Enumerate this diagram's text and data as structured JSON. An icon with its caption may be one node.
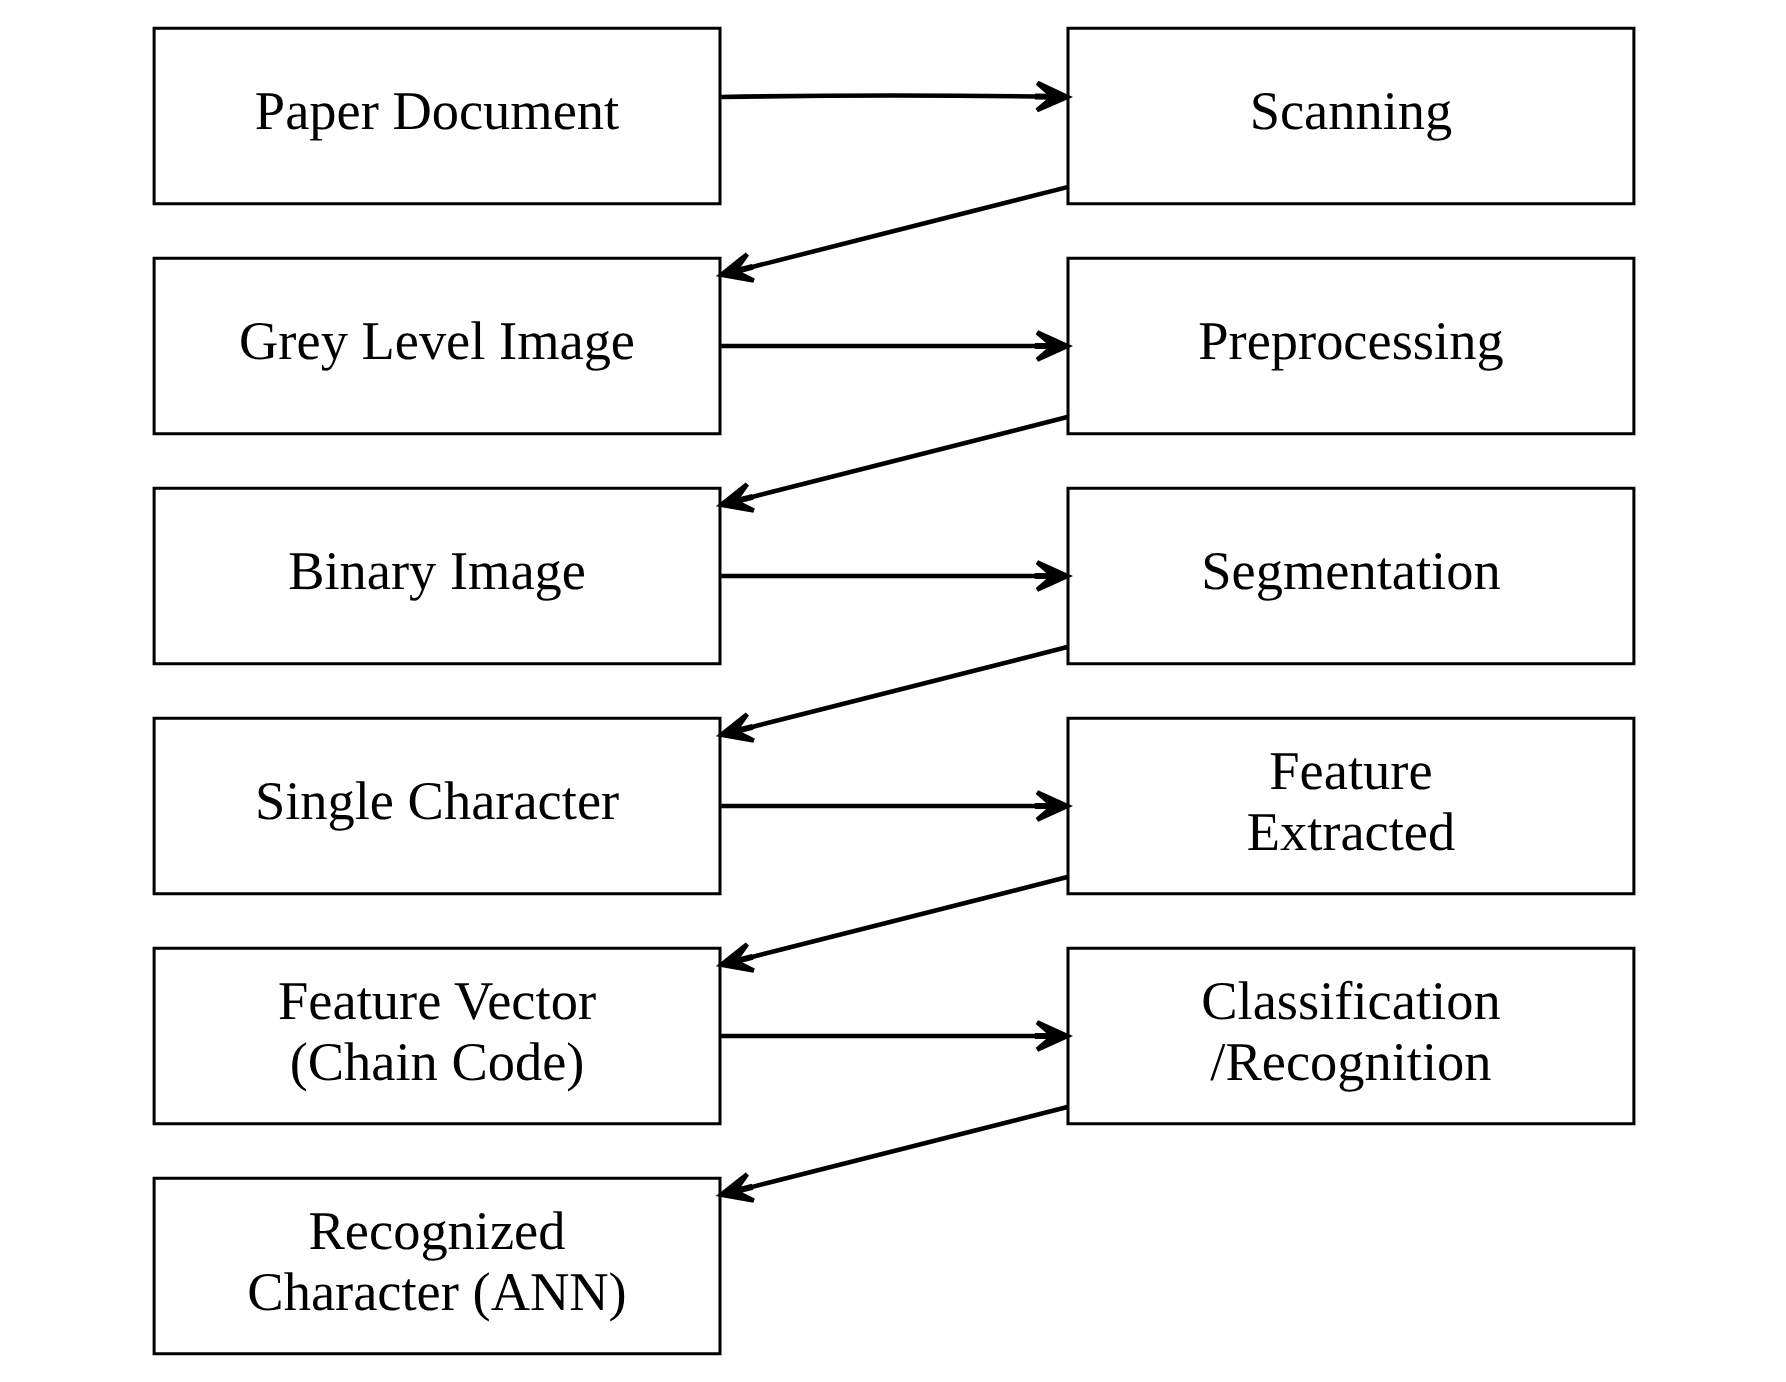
{
  "diagram": {
    "nodes": [
      {
        "text": [
          "Paper Document"
        ]
      },
      {
        "text": [
          "Scanning"
        ]
      },
      {
        "text": [
          "Grey Level Image"
        ]
      },
      {
        "text": [
          "Preprocessing"
        ]
      },
      {
        "text": [
          "Binary Image"
        ]
      },
      {
        "text": [
          "Segmentation"
        ]
      },
      {
        "text": [
          "Single Character"
        ]
      },
      {
        "text": [
          "Feature Extracted"
        ]
      },
      {
        "text": [
          "Feature Vector (Chain Code)"
        ]
      },
      {
        "text": [
          "Classification /Recognition"
        ]
      },
      {
        "text": [
          "Recognized Character (ANN)"
        ]
      }
    ],
    "edges": [
      {
        "from": 0,
        "to": 1,
        "arrow": "to"
      },
      {
        "from": 1,
        "to": 2,
        "arrow": "to"
      },
      {
        "from": 2,
        "to": 3,
        "arrow": "to"
      },
      {
        "from": 3,
        "to": 4,
        "arrow": "to"
      },
      {
        "from": 4,
        "to": 5,
        "arrow": "to"
      },
      {
        "from": 5,
        "to": 6,
        "arrow": "to"
      },
      {
        "from": 6,
        "to": 7,
        "arrow": "to"
      },
      {
        "from": 7,
        "to": 8,
        "arrow": "to"
      },
      {
        "from": 8,
        "to": 9,
        "arrow": "to"
      },
      {
        "from": 9,
        "to": 10,
        "arrow": "to"
      }
    ]
  }
}
